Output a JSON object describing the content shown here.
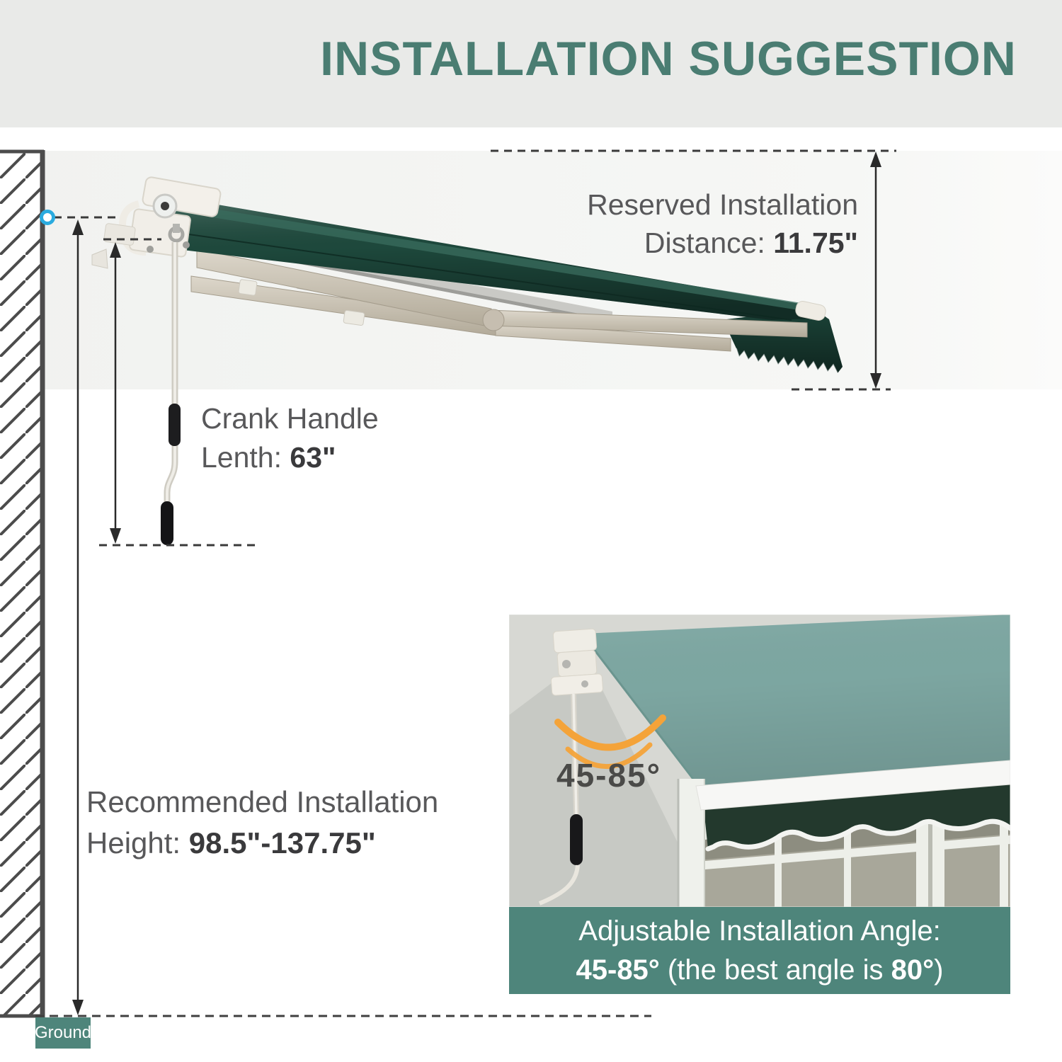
{
  "title": "INSTALLATION SUGGESTION",
  "labels": {
    "reserved_line1": "Reserved Installation",
    "reserved_line2_prefix": "Distance: ",
    "reserved_value": "11.75\"",
    "crank_line1": "Crank Handle",
    "crank_line2_prefix": "Lenth: ",
    "crank_value": "63\"",
    "height_line1": "Recommended Installation",
    "height_line2_prefix": "Height: ",
    "height_value": "98.5\"-137.75\"",
    "ground": "Ground"
  },
  "inset": {
    "angle_range": "45-85°",
    "caption_line1": "Adjustable Installation Angle:",
    "caption_range": "45-85°",
    "caption_mid": " (the best angle is ",
    "caption_best": "80°",
    "caption_close": ")"
  },
  "colors": {
    "title_teal": "#4a7d72",
    "banner_teal": "#4e857b",
    "awning_fabric_green": "#1f4c3f",
    "inset_fabric_teal": "#7ea8a3",
    "arc_orange": "#f4a339",
    "marker_blue": "#2aabdf"
  }
}
